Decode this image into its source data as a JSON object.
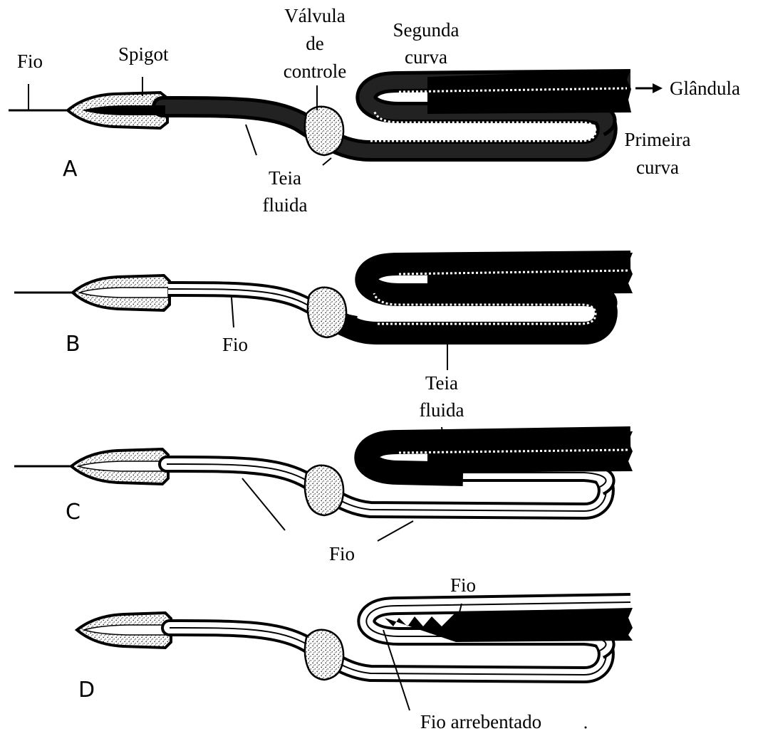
{
  "panels": [
    {
      "letter": "A",
      "labels": {
        "fio": "Fio",
        "spigot": "Spigot",
        "valvula_line1": "Válvula",
        "valvula_line2": "de",
        "valvula_line3": "controle",
        "segunda_line1": "Segunda",
        "segunda_line2": "curva",
        "glandula": "Glândula",
        "primeira_line1": "Primeira",
        "primeira_line2": "curva",
        "teia_line1": "Teia",
        "teia_line2": "fluida"
      }
    },
    {
      "letter": "B",
      "labels": {
        "fio": "Fio",
        "teia_line1": "Teia",
        "teia_line2": "fluida"
      }
    },
    {
      "letter": "C",
      "labels": {
        "fio": "Fio"
      }
    },
    {
      "letter": "D",
      "labels": {
        "fio": "Fio",
        "fio_arrebentado": "Fio arrebentado"
      }
    }
  ],
  "colors": {
    "ink": "#000000",
    "paper": "#ffffff",
    "stipple": "#9a9a9a"
  }
}
